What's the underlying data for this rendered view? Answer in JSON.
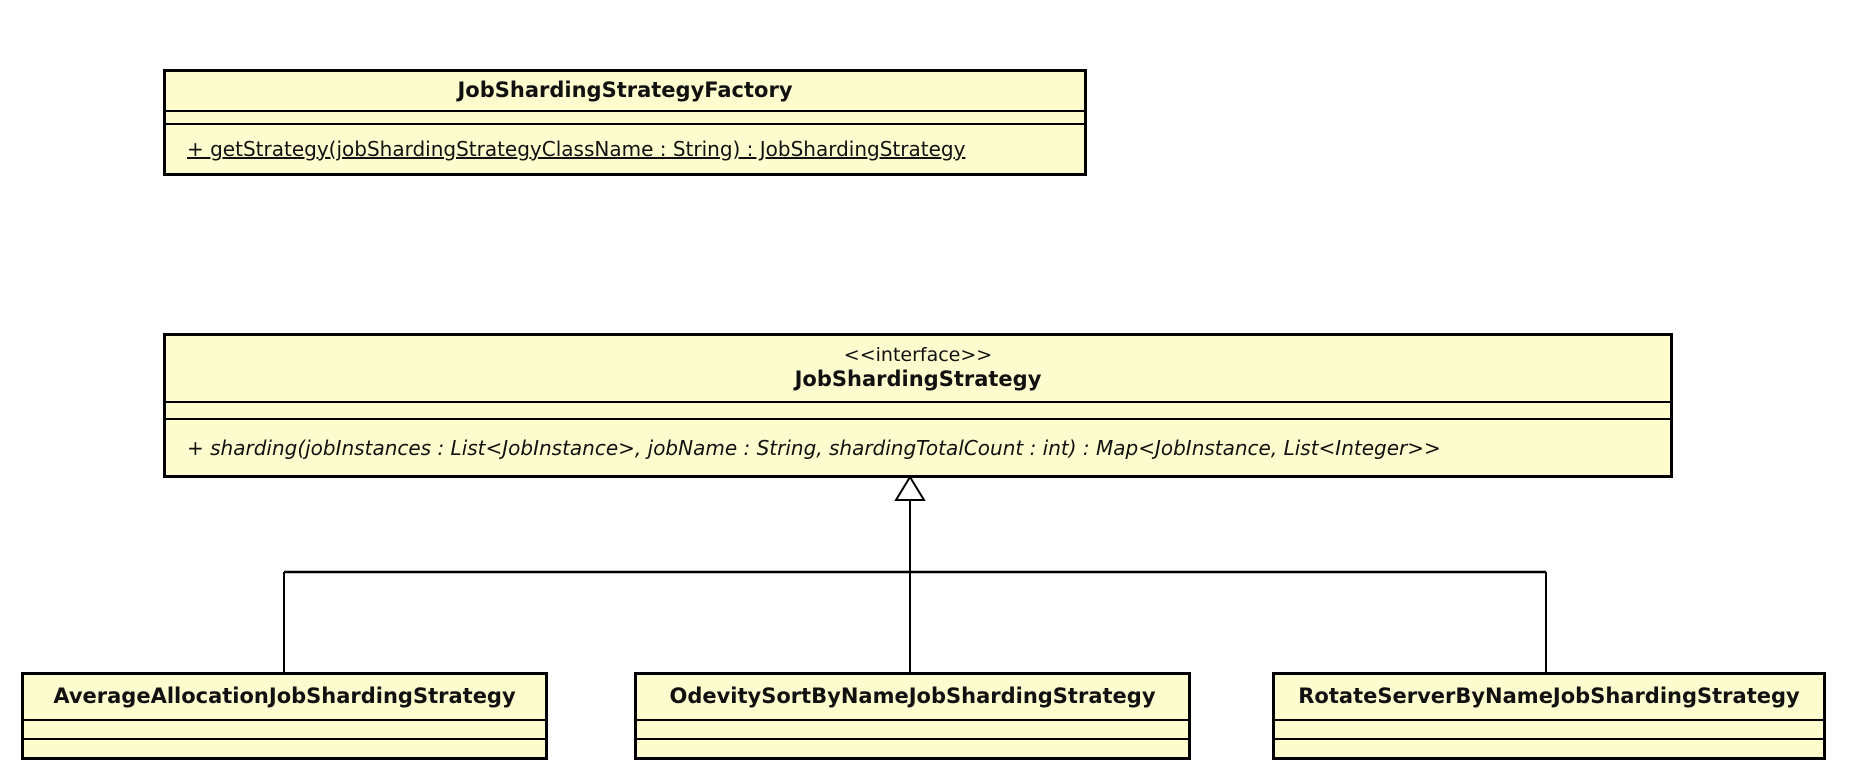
{
  "diagram": {
    "kind": "uml-class-diagram",
    "colors": {
      "box_fill": "#FCFCCE",
      "box_border": "#000000",
      "background": "#FFFFFF",
      "text": "#111111"
    },
    "classes": {
      "factory": {
        "name": "JobShardingStrategyFactory",
        "attributes": [],
        "method": "+ getStrategy(jobShardingStrategyClassName : String) : JobShardingStrategy",
        "method_is_static": true
      },
      "strategy_interface": {
        "stereotype": "<<interface>>",
        "name": "JobShardingStrategy",
        "attributes": [],
        "method": "+ sharding(jobInstances : List<JobInstance>, jobName : String, shardingTotalCount : int) : Map<JobInstance, List<Integer>>",
        "method_is_abstract": true
      },
      "implementations": [
        {
          "name": "AverageAllocationJobShardingStrategy"
        },
        {
          "name": "OdevitySortByNameJobShardingStrategy"
        },
        {
          "name": "RotateServerByNameJobShardingStrategy"
        }
      ]
    },
    "relationships": [
      {
        "type": "generalization",
        "from": "AverageAllocationJobShardingStrategy",
        "to": "JobShardingStrategy"
      },
      {
        "type": "generalization",
        "from": "OdevitySortByNameJobShardingStrategy",
        "to": "JobShardingStrategy"
      },
      {
        "type": "generalization",
        "from": "RotateServerByNameJobShardingStrategy",
        "to": "JobShardingStrategy"
      }
    ]
  }
}
